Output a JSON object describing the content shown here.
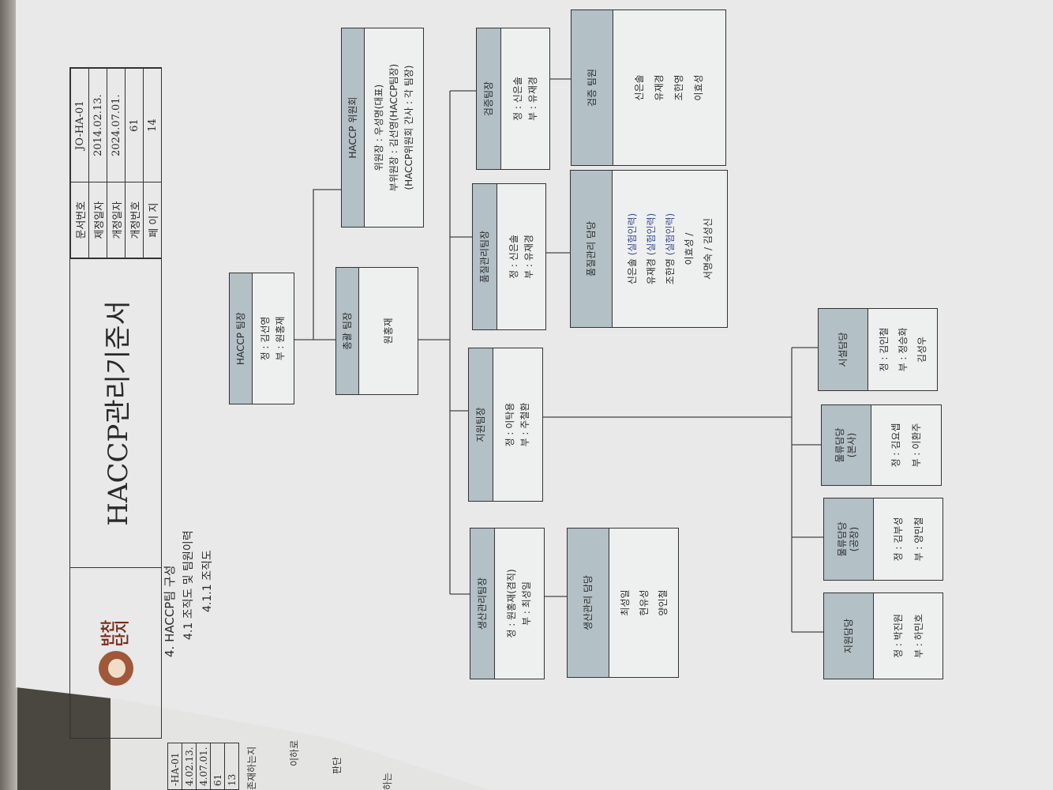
{
  "header": {
    "logo_text": [
      "반찬",
      "단지"
    ],
    "title": "HACCP관리기준서",
    "info": [
      {
        "label": "문서번호",
        "value": "JO-HA-01"
      },
      {
        "label": "제정일자",
        "value": "2014.02.13."
      },
      {
        "label": "개정일자",
        "value": "2024.07.01."
      },
      {
        "label": "개정번호",
        "value": "61"
      },
      {
        "label": "페 이 지",
        "value": "14"
      }
    ]
  },
  "sections": {
    "s4": "4.  HACCP팀  구성",
    "s41": "4.1 조직도 및 팀원이력",
    "s411": "4.1.1 조직도"
  },
  "org": {
    "haccp_leader": {
      "title": "HACCP 팀장",
      "lines": [
        "정 : 김선영",
        "부 : 원홍재"
      ]
    },
    "general_leader": {
      "title": "총괄 팀장",
      "lines": [
        "원홍재"
      ]
    },
    "committee": {
      "title": "HACCP 위원회",
      "lines": [
        "위원장 : 우성명(대표)",
        "부위원장 : 김선영(HACCP팀장)",
        "(HACCP위원회 간사 : 각 팀장)"
      ]
    },
    "production_leader": {
      "title": "생산관리팀장",
      "lines": [
        "정 : 원홍재(겸직)",
        "부 : 최성일"
      ]
    },
    "support_leader": {
      "title": "지원팀장",
      "lines": [
        "정 : 이탁용",
        "부 : 주철환"
      ]
    },
    "quality_leader": {
      "title": "품질관리팀장",
      "lines": [
        "정 : 신은솔",
        "부 : 유재경"
      ]
    },
    "verify_leader": {
      "title": "검증팀장",
      "lines": [
        "정 : 신은솔",
        "부 : 유재경"
      ]
    },
    "production_staff": {
      "title": "생산관리 담당",
      "lines": [
        "최성일",
        "현유성",
        "양인철"
      ]
    },
    "quality_staff": {
      "title": "품질관리 담당",
      "lines": [
        {
          "name": "신은솔",
          "tag": "(실험인력)"
        },
        {
          "name": "유재경",
          "tag": "(실험인력)"
        },
        {
          "name": "조한영",
          "tag": "(실험인력)"
        },
        {
          "name": "이효성 /",
          "tag": ""
        },
        {
          "name": "서명숙 / 김성신",
          "tag": ""
        }
      ]
    },
    "verify_staff": {
      "title": "검증 팀원",
      "lines": [
        "신은솔",
        "유재경",
        "조한영",
        "이효성"
      ]
    },
    "support_staff": {
      "title": "지원담당",
      "lines": [
        "정 : 박진원",
        "부 : 하민호"
      ]
    },
    "logistics_factory": {
      "title": "물류담당\n(공장)",
      "title1": "물류담당",
      "title2": "(공장)",
      "lines": [
        "정 : 김부성",
        "부 : 양민철"
      ]
    },
    "logistics_hq": {
      "title1": "물류담당",
      "title2": "(본사)",
      "lines": [
        "정 : 김요셉",
        "부 : 이환주"
      ]
    },
    "facility_staff": {
      "title": "시설담당",
      "lines": [
        "정 : 김인철",
        "부 : 정승화",
        "김성우"
      ]
    }
  },
  "lower_page": {
    "info": [
      "-HA-01",
      "4.02.13.",
      "4.07.01.",
      "61",
      "13"
    ],
    "fragments": [
      "존재하는지",
      "이하로",
      "판단",
      "하는"
    ]
  },
  "colors": {
    "header_band": "#b3c0c6",
    "box_body": "#eef0ef",
    "paper": "#e8e9e8",
    "tag_blue": "#3b4d95"
  }
}
